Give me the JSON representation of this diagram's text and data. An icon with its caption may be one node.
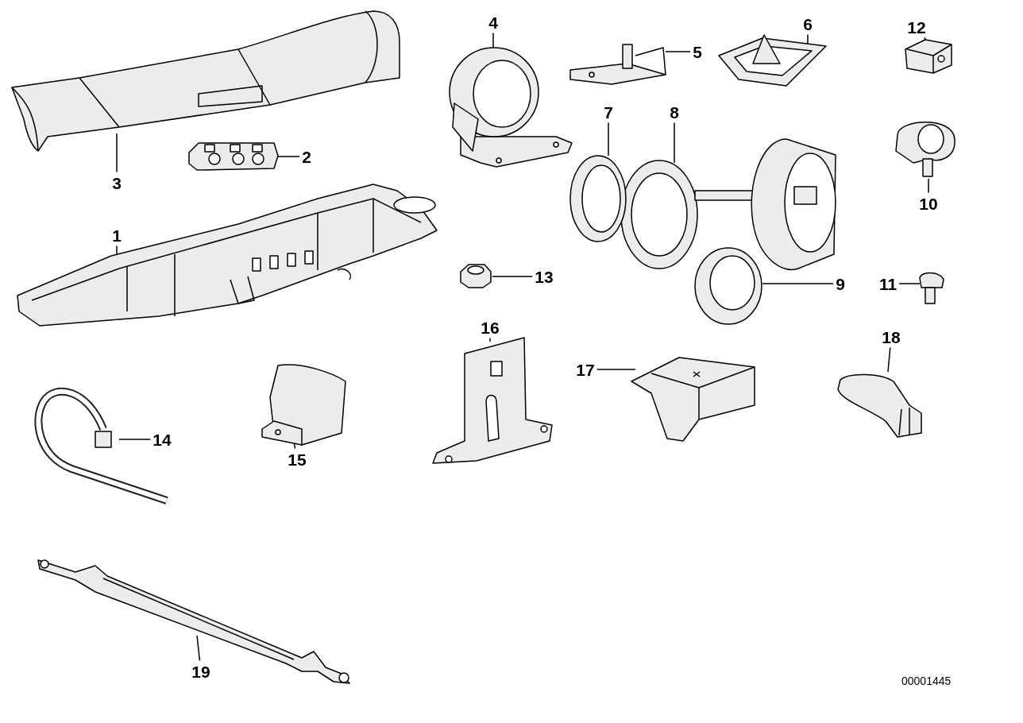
{
  "diagram": {
    "nodes": [
      {
        "text": [
          "1"
        ]
      },
      {
        "text": [],
        "shape": "picture"
      },
      {
        "text": [
          "2"
        ]
      },
      {
        "text": [],
        "shape": "picture"
      },
      {
        "text": [
          "3"
        ]
      },
      {
        "text": [],
        "shape": "picture"
      },
      {
        "text": [
          "4"
        ]
      },
      {
        "text": [],
        "shape": "picture"
      },
      {
        "text": [
          "5"
        ]
      },
      {
        "text": [],
        "shape": "picture"
      },
      {
        "text": [
          "6"
        ]
      },
      {
        "text": [],
        "shape": "picture"
      },
      {
        "text": [
          "7"
        ]
      },
      {
        "text": [],
        "shape": "picture"
      },
      {
        "text": [
          "8"
        ]
      },
      {
        "text": [],
        "shape": "picture"
      },
      {
        "text": [
          "9"
        ]
      },
      {
        "text": [],
        "shape": "picture"
      },
      {
        "text": [
          "10"
        ]
      },
      {
        "text": [],
        "shape": "picture"
      },
      {
        "text": [
          "11"
        ]
      },
      {
        "text": [],
        "shape": "picture"
      },
      {
        "text": [
          "12"
        ]
      },
      {
        "text": [],
        "shape": "picture"
      },
      {
        "text": [
          "13"
        ]
      },
      {
        "text": [],
        "shape": "picture"
      },
      {
        "text": [
          "14"
        ]
      },
      {
        "text": [],
        "shape": "picture"
      },
      {
        "text": [
          "15"
        ]
      },
      {
        "text": [],
        "shape": "picture"
      },
      {
        "text": [
          "16"
        ]
      },
      {
        "text": [],
        "shape": "picture"
      },
      {
        "text": [
          "17"
        ]
      },
      {
        "text": [],
        "shape": "picture"
      },
      {
        "text": [
          "18"
        ]
      },
      {
        "text": [],
        "shape": "picture"
      },
      {
        "text": [
          "19"
        ]
      },
      {
        "text": [],
        "shape": "picture"
      }
    ],
    "edges": [
      {
        "from": 0,
        "to": 1,
        "arrow": "none"
      },
      {
        "from": 2,
        "to": 3,
        "arrow": "none"
      },
      {
        "from": 4,
        "to": 5,
        "arrow": "none"
      },
      {
        "from": 6,
        "to": 7,
        "arrow": "none"
      },
      {
        "from": 8,
        "to": 9,
        "arrow": "none"
      },
      {
        "from": 10,
        "to": 11,
        "arrow": "none"
      },
      {
        "from": 12,
        "to": 13,
        "arrow": "none"
      },
      {
        "from": 14,
        "to": 15,
        "arrow": "none"
      },
      {
        "from": 16,
        "to": 17,
        "arrow": "none"
      },
      {
        "from": 18,
        "to": 19,
        "arrow": "none"
      },
      {
        "from": 20,
        "to": 21,
        "arrow": "none"
      },
      {
        "from": 22,
        "to": 23,
        "arrow": "none"
      },
      {
        "from": 24,
        "to": 25,
        "arrow": "none"
      },
      {
        "from": 26,
        "to": 27,
        "arrow": "none"
      },
      {
        "from": 28,
        "to": 29,
        "arrow": "none"
      },
      {
        "from": 30,
        "to": 31,
        "arrow": "none"
      },
      {
        "from": 32,
        "to": 33,
        "arrow": "none"
      },
      {
        "from": 34,
        "to": 35,
        "arrow": "none"
      },
      {
        "from": 36,
        "to": 37,
        "arrow": "none"
      }
    ],
    "labels": [
      "00001445"
    ]
  }
}
